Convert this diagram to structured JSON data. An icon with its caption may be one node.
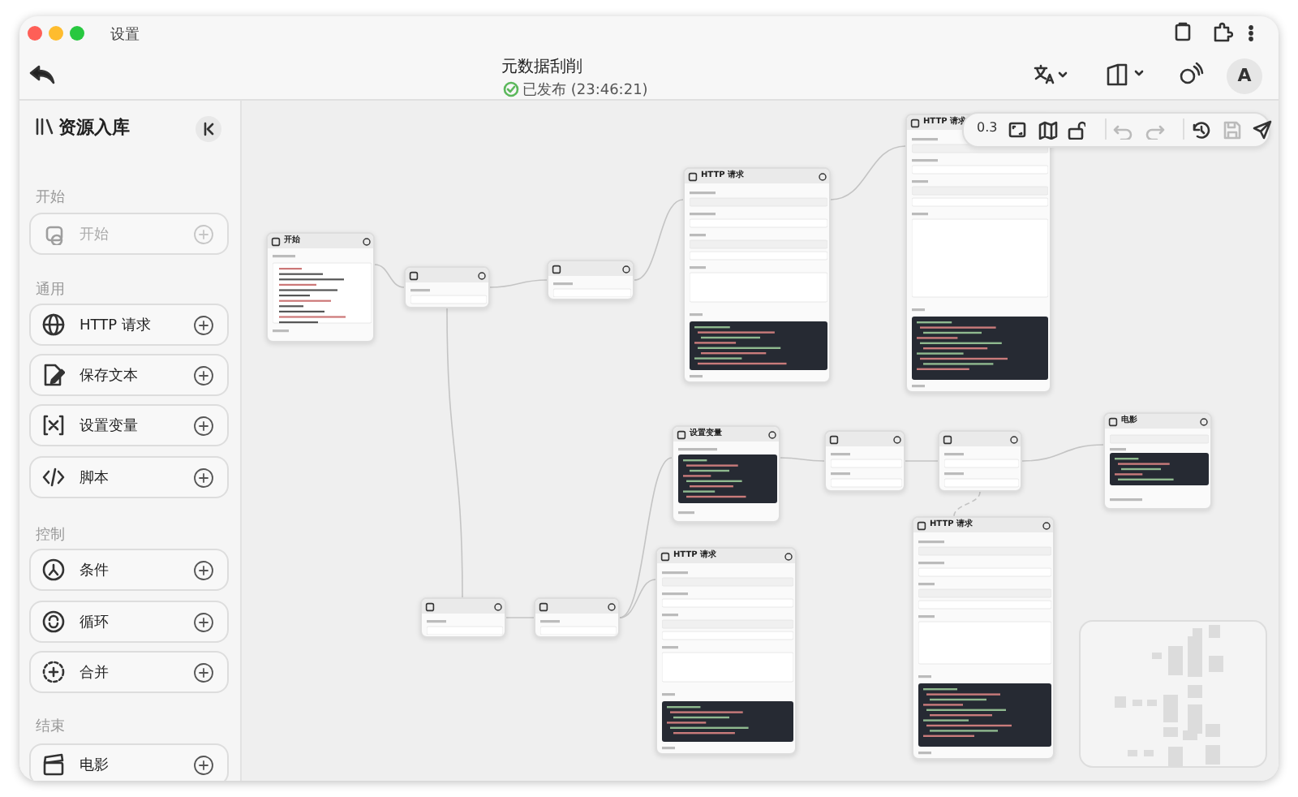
{
  "diagram": {
    "nodes": [
      {
        "text": [
          "开始"
        ]
      },
      {
        "text": [],
        "shape": "box"
      },
      {
        "text": [],
        "shape": "box"
      },
      {
        "text": [
          "HTTP 请求"
        ]
      },
      {
        "text": [
          "HTTP 请求"
        ]
      },
      {
        "text": [
          "设置变量"
        ]
      },
      {
        "text": [],
        "shape": "box"
      },
      {
        "text": [],
        "shape": "box"
      },
      {
        "text": [
          "电影"
        ]
      },
      {
        "text": [],
        "shape": "box"
      },
      {
        "text": [],
        "shape": "box"
      },
      {
        "text": [
          "HTTP 请求"
        ]
      },
      {
        "text": [
          "HTTP 请求"
        ]
      }
    ],
    "edges": [
      {
        "from": 0,
        "to": 1,
        "arrow": "none"
      },
      {
        "from": 1,
        "to": 2,
        "arrow": "none"
      },
      {
        "from": 2,
        "to": 3,
        "arrow": "none"
      },
      {
        "from": 3,
        "to": 4,
        "arrow": "none"
      },
      {
        "from": 1,
        "to": 9,
        "arrow": "none"
      },
      {
        "from": 9,
        "to": 10,
        "arrow": "none"
      },
      {
        "from": 10,
        "to": 5,
        "arrow": "none"
      },
      {
        "from": 10,
        "to": 11,
        "arrow": "none"
      },
      {
        "from": 5,
        "to": 6,
        "arrow": "none"
      },
      {
        "from": 6,
        "to": 7,
        "arrow": "none"
      },
      {
        "from": 7,
        "to": 8,
        "arrow": "none"
      },
      {
        "from": 7,
        "to": 12,
        "arrow": "none",
        "style": "dashed"
      }
    ],
    "labels": [
      "设置",
      "元数据刮削",
      "已发布 (23:46:21)",
      "A",
      "资源入库",
      "0.3",
      "开始",
      "开始",
      "通用",
      "HTTP 请求",
      "保存文本",
      "设置变量",
      "脚本",
      "控制",
      "条件",
      "循环",
      "合并",
      "结束",
      "电影"
    ]
  }
}
